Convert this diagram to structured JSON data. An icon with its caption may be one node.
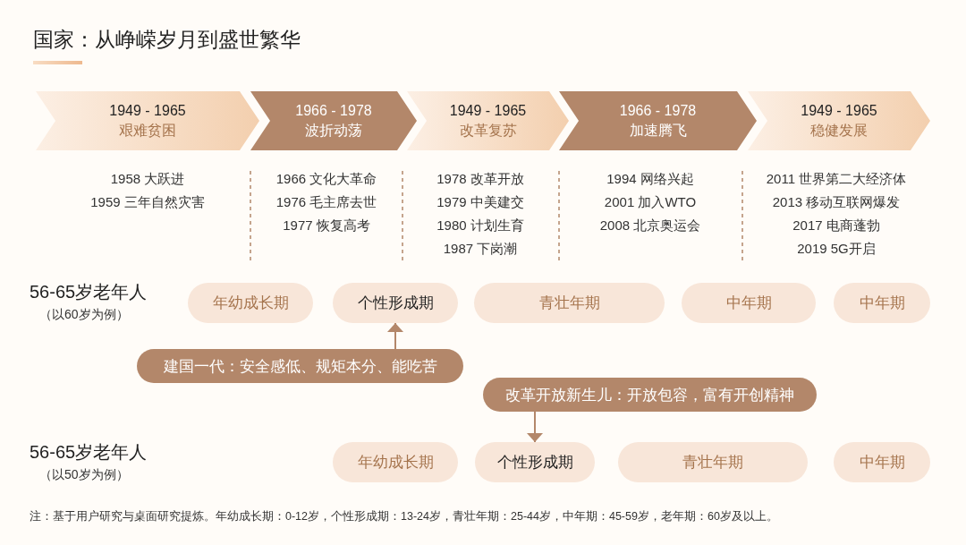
{
  "diagram": {
    "title": "国家：从峥嵘岁月到盛世繁华",
    "caption": "注：基于用户研究与桌面研究提炼。年幼成长期：0-12岁，个性形成期：13-24岁，青壮年期：25-44岁，中年期：45-59岁，老年期：60岁及以上。",
    "nodes": [
      {
        "text": [
          "1949 - 1965",
          "艰难贫困"
        ],
        "beside": [
          "1958 大跃进",
          "1959 三年自然灾害"
        ]
      },
      {
        "text": [
          "1966 - 1978",
          "波折动荡"
        ],
        "beside": [
          "1966 文化大革命",
          "1976 毛主席去世",
          "1977 恢复高考"
        ]
      },
      {
        "text": [
          "1949 - 1965",
          "改革复苏"
        ],
        "beside": [
          "1978 改革开放",
          "1979 中美建交",
          "1980 计划生育",
          "1987 下岗潮"
        ]
      },
      {
        "text": [
          "1966 - 1978",
          "加速腾飞"
        ],
        "beside": [
          "1994 网络兴起",
          "2001 加入WTO",
          "2008 北京奥运会"
        ]
      },
      {
        "text": [
          "1949 - 1965",
          "稳健发展"
        ],
        "beside": [
          "2011 世界第二大经济体",
          "2013 移动互联网爆发",
          "2017 电商蓬勃",
          "2019 5G开启"
        ]
      },
      {
        "text": [
          "年幼成长期"
        ]
      },
      {
        "text": [
          "个性形成期"
        ]
      },
      {
        "text": [
          "青壮年期"
        ]
      },
      {
        "text": [
          "中年期"
        ]
      },
      {
        "text": [
          "中年期"
        ]
      },
      {
        "text": [
          "建国一代：安全感低、规矩本分、能吃苦"
        ]
      },
      {
        "text": [
          "改革开放新生儿：开放包容，富有开创精神"
        ]
      },
      {
        "text": [
          "年幼成长期"
        ]
      },
      {
        "text": [
          "个性形成期"
        ]
      },
      {
        "text": [
          "青壮年期"
        ]
      },
      {
        "text": [
          "中年期"
        ]
      }
    ],
    "edges": [
      {
        "from": 10,
        "to": 6,
        "arrow": "to"
      },
      {
        "from": 11,
        "to": 13,
        "arrow": "to"
      }
    ],
    "labels": [
      "56-65岁老年人",
      "（以60岁为例）",
      "56-65岁老年人",
      "（以50岁为例）"
    ]
  }
}
